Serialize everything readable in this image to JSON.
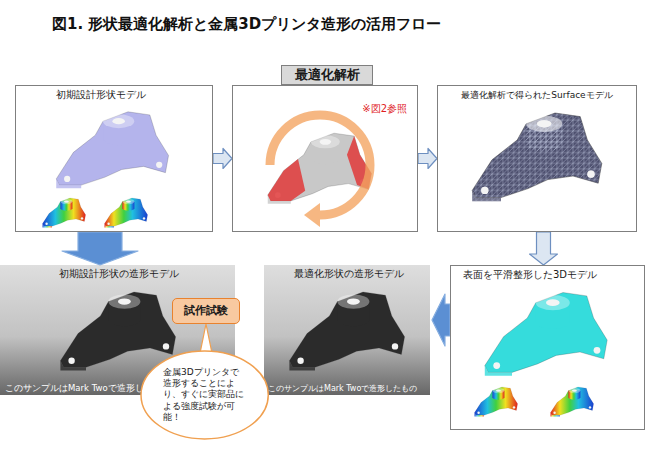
{
  "diagram": {
    "title": "図1. 形状最適化解析と金属3Dプリンタ造形の活用フロー",
    "nodes": [
      {
        "text": [
          "初期設計形状モデル"
        ]
      },
      {
        "text": [
          "最適化解析",
          "※図2参照"
        ]
      },
      {
        "text": [
          "最適化解析で得られたSurfaceモデル"
        ]
      },
      {
        "text": [
          "初期設計形状の造形モデル",
          "このサンプルはMark Twoで造形したもの"
        ]
      },
      {
        "text": [
          "試作試験"
        ]
      },
      {
        "text": [
          "金属3Dプリンタで造形することにより、すぐに実部品による強度試験が可能！"
        ]
      },
      {
        "text": [
          "最適化形状の造形モデル",
          "このサンプルはMark Twoで造形したもの"
        ]
      },
      {
        "text": [
          "表面を平滑整形した3Dモデル"
        ]
      }
    ],
    "edges": [
      {
        "from": 0,
        "to": 1,
        "arrow": "to"
      },
      {
        "from": 1,
        "to": 2,
        "arrow": "to"
      },
      {
        "from": 2,
        "to": 7,
        "arrow": "to"
      },
      {
        "from": 7,
        "to": 6,
        "arrow": "to"
      },
      {
        "from": 0,
        "to": 3,
        "arrow": "to"
      },
      {
        "from": 5,
        "to": 4,
        "arrow": "none"
      }
    ]
  }
}
